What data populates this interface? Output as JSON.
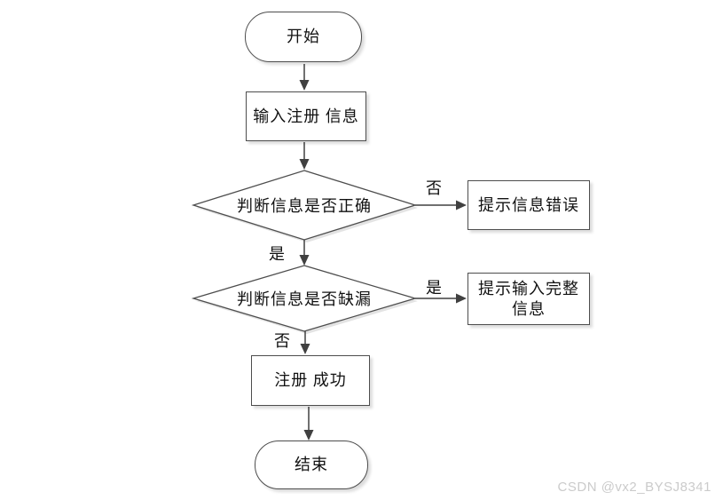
{
  "flowchart": {
    "nodes": {
      "start": {
        "label": "开始"
      },
      "input_info": {
        "label": "输入注册 信息"
      },
      "check_correct": {
        "label": "判断信息是否正确"
      },
      "error_prompt": {
        "label": "提示信息错误"
      },
      "check_missing": {
        "label": "判断信息是否缺漏"
      },
      "complete_prompt": {
        "label_line1": "提示输入完整",
        "label_line2": "信息"
      },
      "register_success": {
        "label": "注册 成功"
      },
      "end": {
        "label": "结束"
      }
    },
    "edge_labels": {
      "correct_no": "否",
      "correct_yes": "是",
      "missing_yes": "是",
      "missing_no": "否"
    },
    "colors": {
      "node_border": "#4d4d4d",
      "connector": "#404040",
      "node_fill": "#ffffff",
      "text": "#111111",
      "watermark": "#cbcbcb"
    }
  },
  "watermark": {
    "text": "CSDN @vx2_BYSJ8341"
  }
}
